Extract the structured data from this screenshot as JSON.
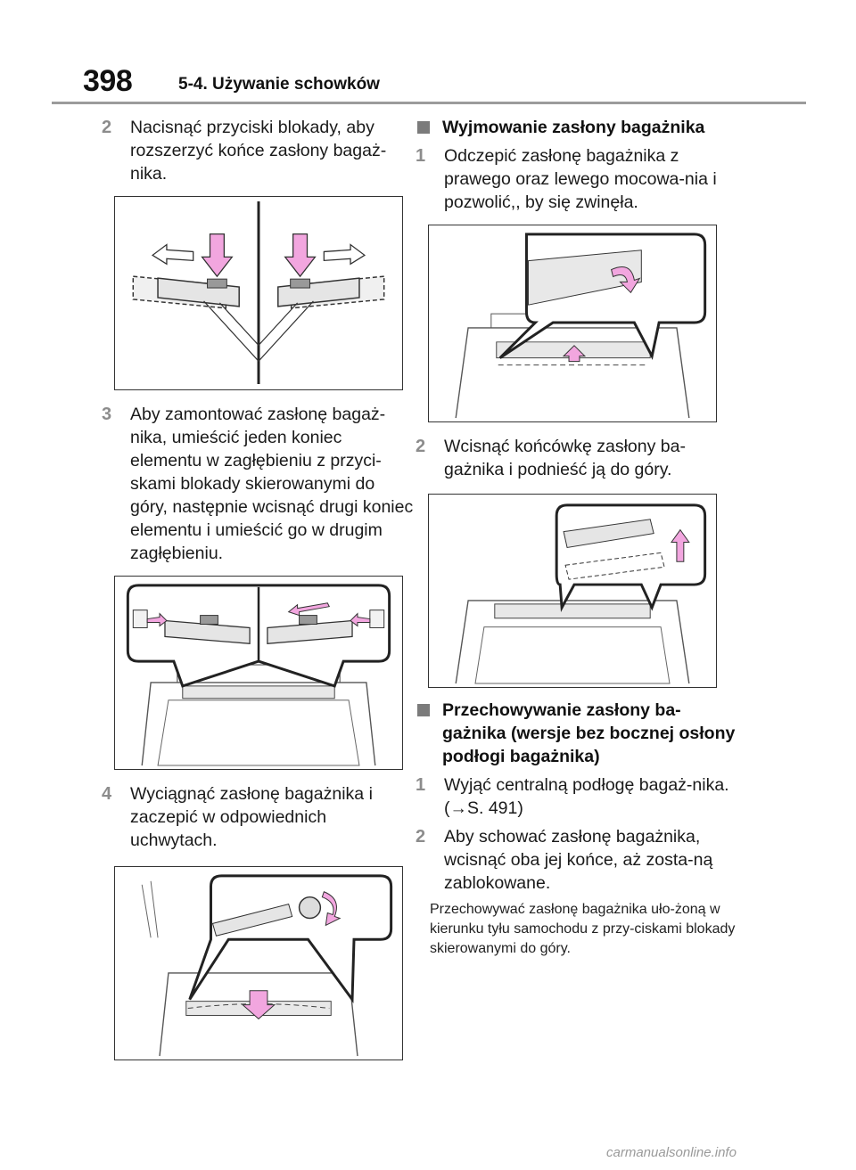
{
  "header": {
    "page_number": "398",
    "section_title": "5-4. Używanie schowków"
  },
  "left_column": {
    "step2": {
      "num": "2",
      "text": "Nacisnąć przyciski blokady, aby rozszerzyć końce zasłony bagaż-nika."
    },
    "step3": {
      "num": "3",
      "text": "Aby zamontować zasłonę bagaż-nika, umieścić jeden koniec elementu w zagłębieniu z przyci-skami blokady skierowanymi do góry, następnie wcisnąć drugi koniec elementu i umieścić go w drugim zagłębieniu."
    },
    "step4": {
      "num": "4",
      "text": "Wyciągnąć zasłonę bagażnika i zaczepić w odpowiednich uchwytach."
    }
  },
  "right_column": {
    "heading1": "Wyjmowanie zasłony bagażnika",
    "step1": {
      "num": "1",
      "text": "Odczepić zasłonę bagażnika z prawego oraz lewego mocowa-nia i pozwolić,, by się zwinęła."
    },
    "step2": {
      "num": "2",
      "text": "Wcisnąć końcówkę zasłony ba-gażnika i podnieść ją do góry."
    },
    "heading2": "Przechowywanie zasłony ba-gażnika (wersje bez bocznej osłony podłogi bagażnika)",
    "step3": {
      "num": "1",
      "text": "Wyjąć centralną podłogę bagaż-nika. (→S. 491)"
    },
    "step4": {
      "num": "2",
      "text": "Aby schować zasłonę bagażnika, wcisnąć oba jej końce, aż zosta-ną zablokowane."
    },
    "note": "Przechowywać zasłonę bagażnika uło-żoną w kierunku tyłu samochodu z przy-ciskami blokady skierowanymi do góry."
  },
  "footer": {
    "watermark": "carmanualsonline.info"
  },
  "colors": {
    "arrow_pink": "#f2a6df",
    "step_number_gray": "#8c8c8c",
    "heading_square": "#7b7b7b"
  }
}
